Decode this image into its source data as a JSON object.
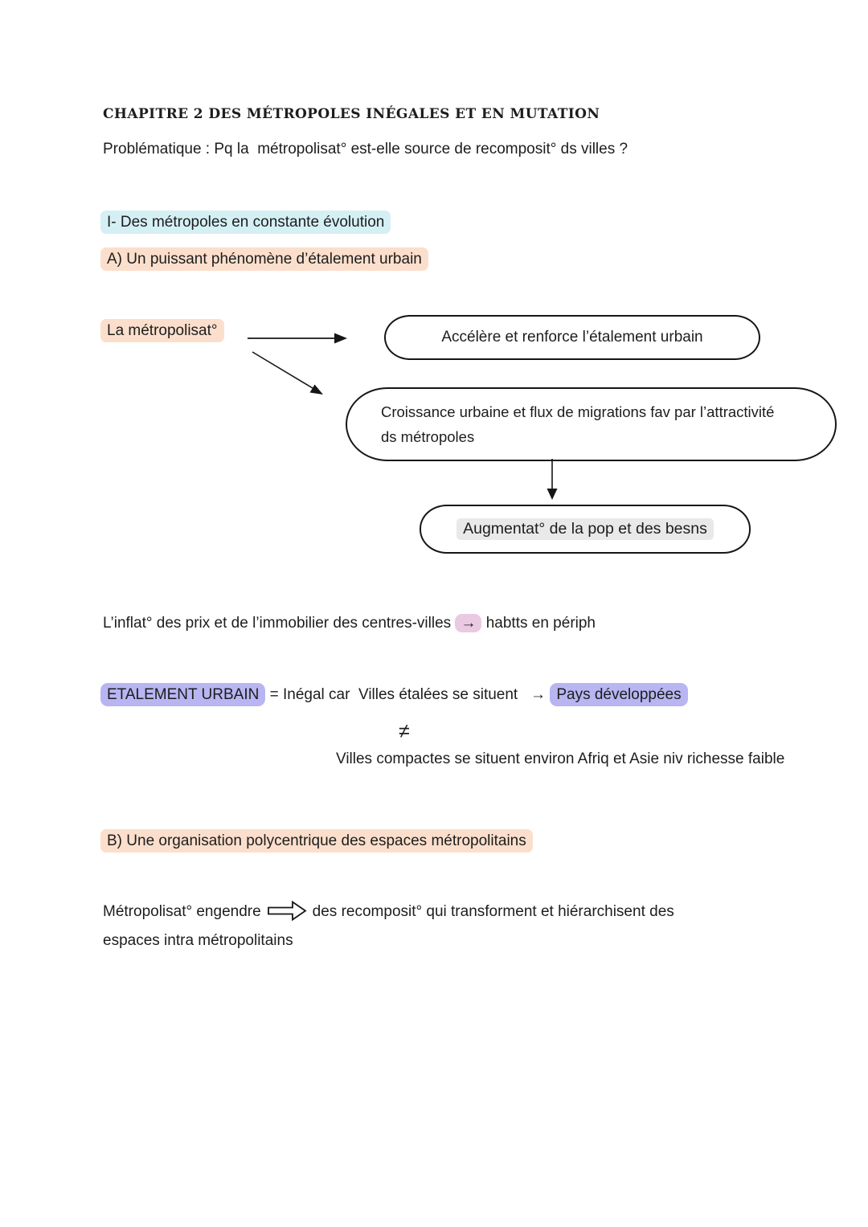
{
  "page": {
    "title": "CHAPITRE 2 DES MÉTROPOLES INÉGALES ET EN MUTATION",
    "problematique": "Problématique : Pq la  métropolisat° est-elle source de recomposit° ds villes ?"
  },
  "sections": {
    "heading_I": "I- Des métropoles en constante évolution",
    "heading_A": "A) Un puissant phénomène d’étalement urbain",
    "heading_B": "B) Une organisation polycentrique des espaces métropolitains"
  },
  "diagram": {
    "source_label": "La métropolisat°",
    "oval_accelere": "Accélère et renforce l’étalement urbain",
    "oval_croissance_line1": "Croissance urbaine et flux de migrations fav par l’attractivité",
    "oval_croissance_line2": "ds métropoles",
    "oval_augmentation": "Augmentat° de la pop et des besns"
  },
  "paragraphs": {
    "inflation_before": "L’inflat° des prix et de l’immobilier des centres-villes ",
    "inflation_arrow": "→",
    "inflation_after": " habtts en périph",
    "etalement_term": "ETALEMENT URBAIN",
    "etalement_middle": " = Inégal car  Villes étalées se situent   → ",
    "etalement_highlight": "Pays développées",
    "not_equal": "≠",
    "villes_compactes": "Villes compactes se situent environ Afriq et Asie niv richesse faible",
    "metropolisation_before": "Métropolisat° engendre",
    "metropolisation_after": "des recomposit° qui transforment et hiérarchisent des",
    "metropolisation_line2": "espaces intra métropolitains"
  },
  "colors": {
    "highlight_cyan": "#d5f0f4",
    "highlight_peach": "#fbdfcc",
    "highlight_purple": "#b9b5f2",
    "highlight_pink": "#eac9e3",
    "highlight_gray": "#e9e9e9",
    "ink": "#1d1d1d"
  }
}
